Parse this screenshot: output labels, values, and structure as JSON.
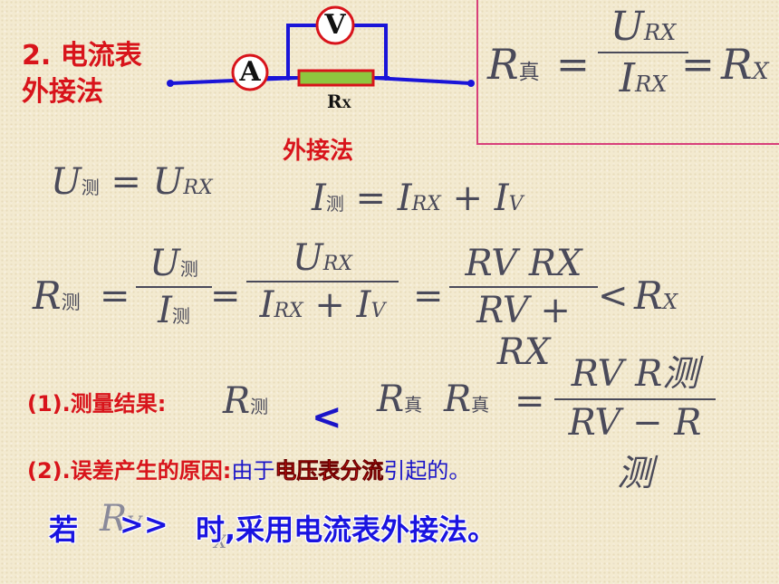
{
  "heading": {
    "line1": "2. 电流表",
    "line2": "外接法"
  },
  "circuit": {
    "voltmeter": "V",
    "ammeter": "A",
    "resistor": "R",
    "resistor_sub": "X",
    "caption": "外接法"
  },
  "formulas": {
    "R_true": {
      "lhs": "R",
      "lhs_sub": "真",
      "num": "U",
      "num_sub": "RX",
      "den": "I",
      "den_sub": "RX",
      "rhs": "R",
      "rhs_sub": "X"
    },
    "U_meas": {
      "lhs": "U",
      "lhs_sub": "测",
      "rhs": "U",
      "rhs_sub": "RX"
    },
    "I_meas": {
      "lhs": "I",
      "lhs_sub": "测",
      "t1": "I",
      "t1_sub": "RX",
      "t2": "I",
      "t2_sub": "V"
    },
    "R_meas": {
      "lhs": "R",
      "lhs_sub": "测",
      "f1_num": "U",
      "f1_den": "I",
      "f1_sub": "测",
      "f2_num": "U",
      "f2_num_sub": "RX",
      "f2_den_a": "I",
      "f2_den_a_sub": "RX",
      "f2_den_b": "I",
      "f2_den_b_sub": "V",
      "f3_num": "RV RX",
      "f3_den": "RV + RX",
      "rhs": "R",
      "rhs_sub": "X"
    },
    "R_true2": {
      "lhs": "R",
      "lhs_sub": "真",
      "num": "RV R测",
      "den": "RV − R测"
    }
  },
  "results": {
    "item1_label": "(1).测量结果:",
    "item1_lhs": "R",
    "item1_lhs_sub": "测",
    "item1_op": "<",
    "item1_rhs": "R",
    "item1_rhs_sub": "真",
    "item2_label": "(2).误差产生的原因:",
    "item2_pre": "由于",
    "item2_hl": "电压表分流",
    "item2_post": "引起的。"
  },
  "conclusion": {
    "pre": "若",
    "mid": ">>",
    "post": "时,采用电流表外接法。",
    "overlay_a": "R",
    "overlay_a_sub": "V",
    "overlay_b_sub": "X"
  }
}
